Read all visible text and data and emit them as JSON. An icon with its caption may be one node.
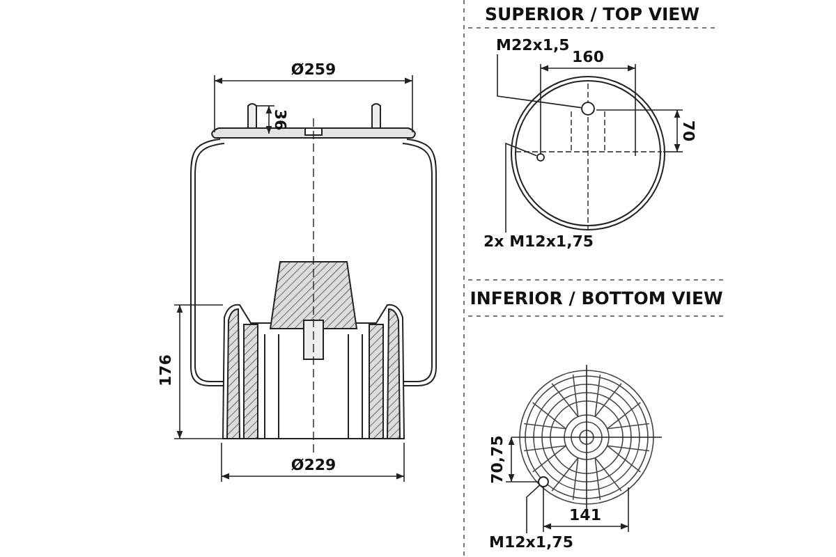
{
  "diagram": {
    "nodes": [
      {
        "text": [
          "M22x1,5"
        ]
      },
      {
        "text": [],
        "shape": "circle"
      },
      {
        "text": [
          "2x M12x1,75"
        ]
      },
      {
        "text": [],
        "shape": "circle"
      },
      {
        "text": [
          "M12x1,75"
        ]
      },
      {
        "text": [],
        "shape": "circle"
      }
    ],
    "edges": [
      {
        "from": 0,
        "to": 1,
        "arrow": "none"
      },
      {
        "from": 2,
        "to": 3,
        "arrow": "none"
      },
      {
        "from": 4,
        "to": 5,
        "arrow": "none"
      }
    ],
    "labels": [
      "SUPERIOR / TOP VIEW",
      "Ø259",
      "36",
      "160",
      "70",
      "176",
      "INFERIOR / BOTTOM VIEW",
      "70,75",
      "Ø229",
      "141"
    ]
  }
}
